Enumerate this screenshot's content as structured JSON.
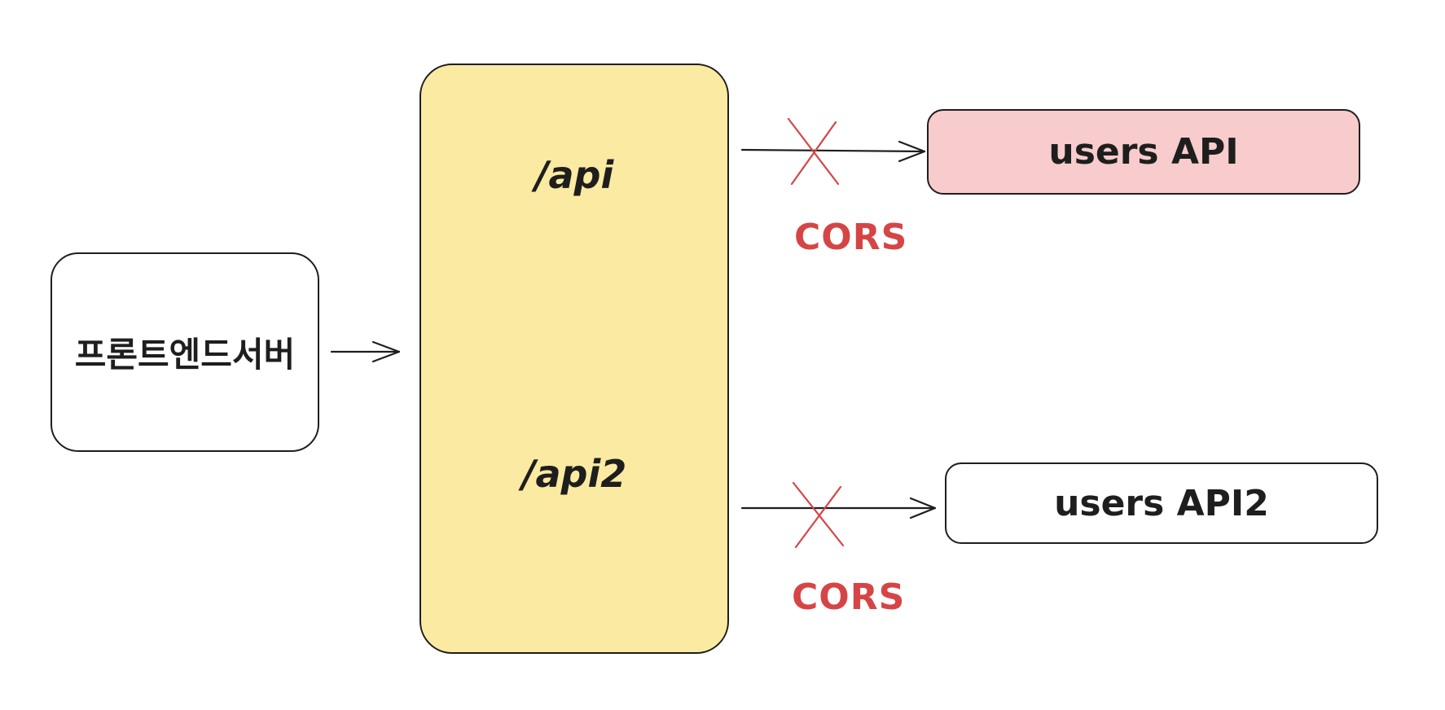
{
  "diagram": {
    "frontend": {
      "label": "프론트엔드서버"
    },
    "gateway": {
      "routes": [
        {
          "label": "/api"
        },
        {
          "label": "/api2"
        }
      ]
    },
    "targets": [
      {
        "label": "users API",
        "blocked_by": "CORS",
        "fill": "#f8cccc"
      },
      {
        "label": "users API2",
        "blocked_by": "CORS",
        "fill": "#ffffff"
      }
    ],
    "colors": {
      "gateway_fill": "#fbeaa1",
      "stroke": "#1e1e1e",
      "blocked": "#d64545"
    },
    "icons": {
      "blocked_marker": "x-mark-icon",
      "arrow": "arrow-right-icon"
    }
  }
}
